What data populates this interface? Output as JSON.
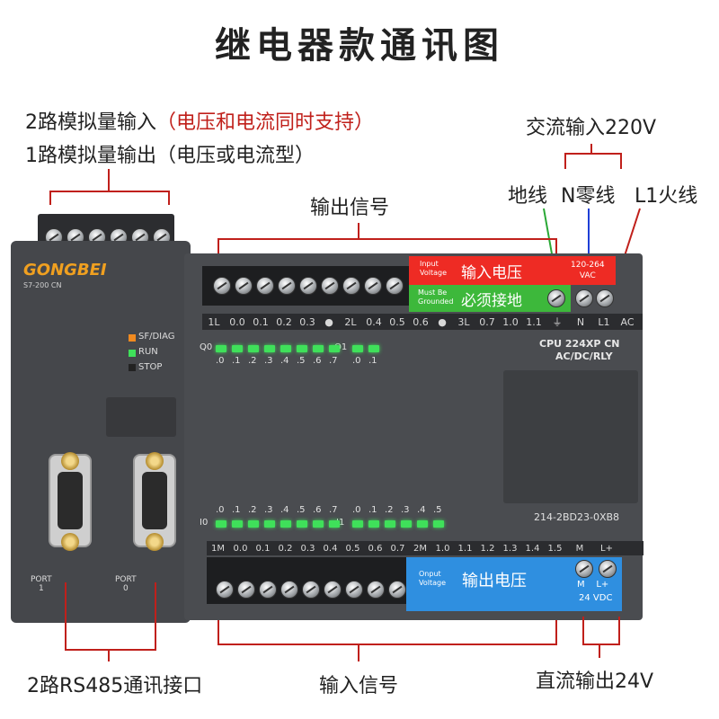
{
  "title": "继电器款通讯图",
  "notes": {
    "analog_in_prefix": "2路模拟量输入",
    "analog_in_highlight": "（电压和电流同时支持）",
    "analog_out": "1路模拟量输出（电压或电流型）",
    "ac_input": "交流输入220V",
    "ground": "地线",
    "neutral": "N零线",
    "live": "L1火线",
    "output_signal": "输出信号",
    "input_signal": "输入信号",
    "rs485": "2路RS485通讯接口",
    "dc_out": "直流输出24V"
  },
  "plc": {
    "brand": "GONGBEI",
    "model_small": "S7-200 CN",
    "status": [
      "SF/DIAG",
      "RUN",
      "STOP"
    ],
    "cpu": "CPU 224XP CN",
    "cpu_type": "AC/DC/RLY",
    "part_no": "214-2BD23-0XB8",
    "port1": "PORT\n1",
    "port0": "PORT\n0"
  },
  "tags": {
    "input_voltage_en": "Input\nVoltage",
    "input_voltage_cn": "输入电压",
    "input_voltage_val": "120-264\nVAC",
    "must_ground_en": "Must Be\nGrounded",
    "must_ground_cn": "必须接地",
    "output_voltage_en": "Onput\nVoltage",
    "output_voltage_cn": "输出电压",
    "dc_terms": "M    L+",
    "dc_val": "24 VDC"
  },
  "top_labels": [
    "1L",
    "0.0",
    "0.1",
    "0.2",
    "0.3",
    "●",
    "2L",
    "0.4",
    "0.5",
    "0.6",
    "●",
    "3L",
    "0.7",
    "1.0",
    "1.1",
    "⏚",
    "N",
    "L1",
    "AC"
  ],
  "bottom_labels": [
    "1M",
    "0.0",
    "0.1",
    "0.2",
    "0.3",
    "0.4",
    "0.5",
    "0.6",
    "0.7",
    "2M",
    "1.0",
    "1.1",
    "1.2",
    "1.3",
    "1.4",
    "1.5",
    "M",
    "L+"
  ],
  "q0_label": "Q0",
  "q1_label": "Q1",
  "q_bits": [
    ".0",
    ".1",
    ".2",
    ".3",
    ".4",
    ".5",
    ".6",
    ".7",
    ".0",
    ".1"
  ],
  "i0_label": "I0",
  "i1_label": "I1",
  "i_bits": [
    ".0",
    ".1",
    ".2",
    ".3",
    ".4",
    ".5",
    ".6",
    ".7",
    ".0",
    ".1",
    ".2",
    ".3",
    ".4",
    ".5"
  ],
  "colors": {
    "accent_red": "#c0201b",
    "led_green": "#3fe05a",
    "tag_red": "#ee2b24",
    "tag_green": "#3db83b",
    "tag_blue": "#2f8fe0"
  }
}
